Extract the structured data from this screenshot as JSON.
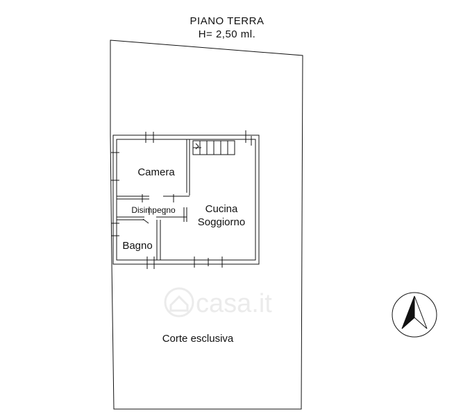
{
  "plan": {
    "title": "PIANO TERRA",
    "height_note": "H= 2,50 ml."
  },
  "rooms": {
    "camera": "Camera",
    "disimpegno": "Disimpegno",
    "cucina_line1": "Cucina",
    "cucina_line2": "Soggiorno",
    "bagno": "Bagno"
  },
  "outdoor": {
    "courtyard": "Corte esclusiva"
  },
  "watermark": {
    "text": "casa.it"
  },
  "colors": {
    "line": "#111111",
    "watermark": "#e8e8e8"
  },
  "icons": {
    "compass": "north-arrow-compass-icon"
  }
}
